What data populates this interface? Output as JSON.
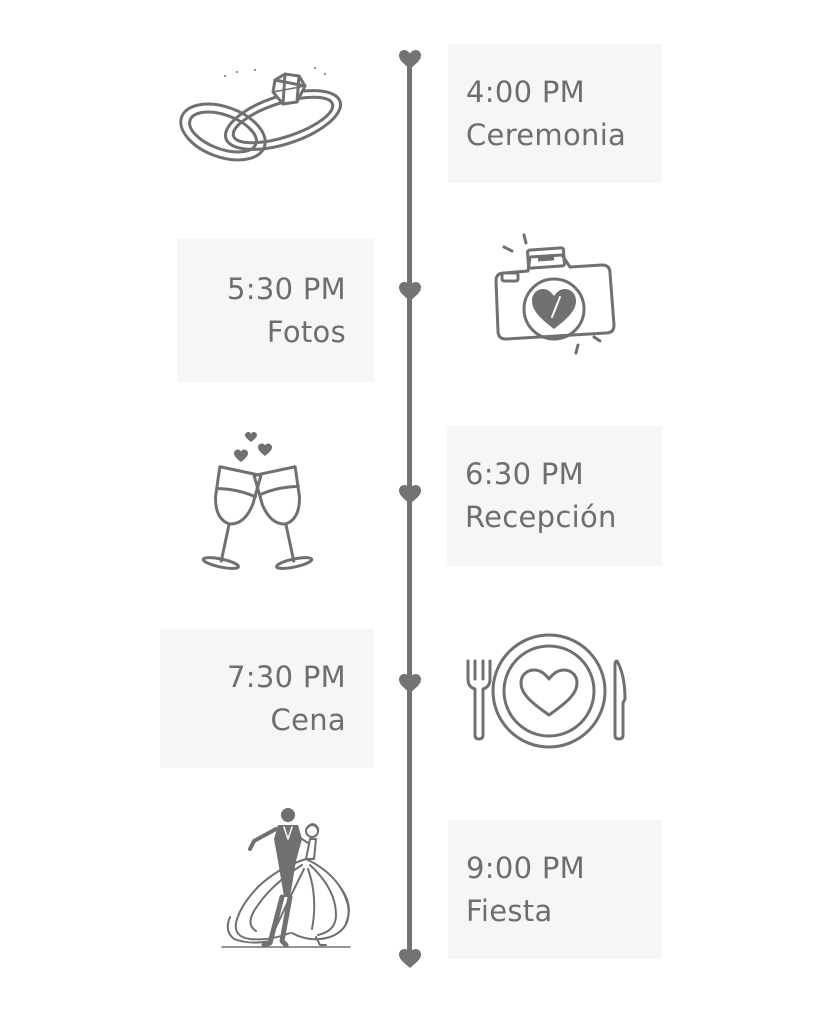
{
  "colors": {
    "line": "#737373",
    "card_background": "#f7f6f4",
    "text": "#6e6e6e",
    "icon_stroke": "#707070"
  },
  "events": [
    {
      "time": "4:00 PM",
      "name": "Ceremonia",
      "icon": "wedding-rings-icon"
    },
    {
      "time": "5:30 PM",
      "name": "Fotos",
      "icon": "camera-heart-icon"
    },
    {
      "time": "6:30 PM",
      "name": "Recepción",
      "icon": "champagne-toast-icon"
    },
    {
      "time": "7:30 PM",
      "name": "Cena",
      "icon": "dinner-plate-icon"
    },
    {
      "time": "9:00 PM",
      "name": "Fiesta",
      "icon": "dancing-couple-icon"
    }
  ]
}
